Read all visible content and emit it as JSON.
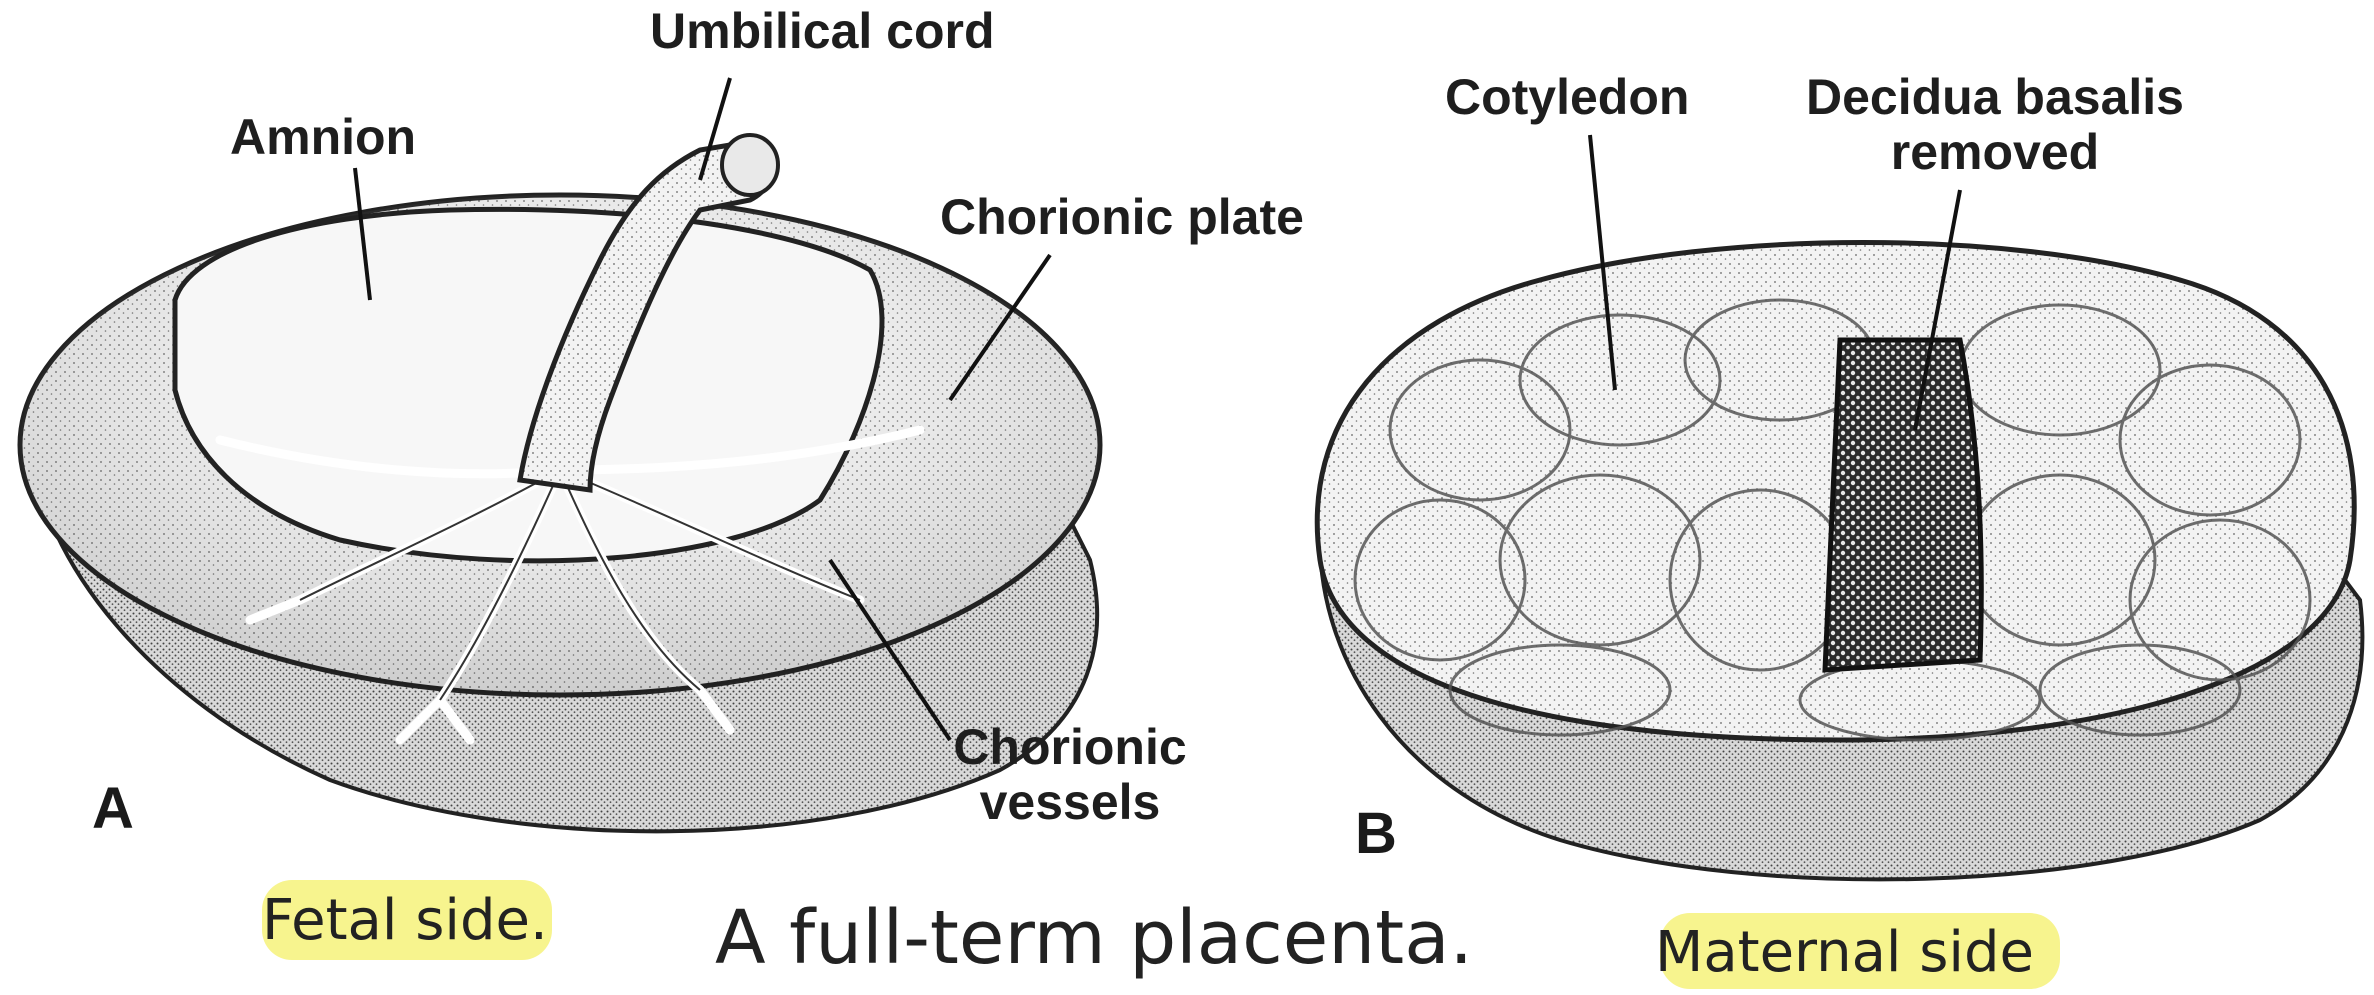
{
  "panel_a": {
    "letter": "A",
    "labels": {
      "umbilical_cord": "Umbilical cord",
      "amnion": "Amnion",
      "chorionic_plate": "Chorionic plate",
      "chorionic_vessels_line1": "Chorionic",
      "chorionic_vessels_line2": "vessels"
    },
    "side_note": "Fetal side."
  },
  "panel_b": {
    "letter": "B",
    "labels": {
      "cotyledon": "Cotyledon",
      "decidua_line1": "Decidua basalis",
      "decidua_line2": "removed"
    },
    "side_note": "Maternal side"
  },
  "caption": "A full-term placenta.",
  "colors": {
    "highlight": "#f6f27a",
    "ink": "#1e1e1e",
    "tissue": "#eeeeee"
  }
}
